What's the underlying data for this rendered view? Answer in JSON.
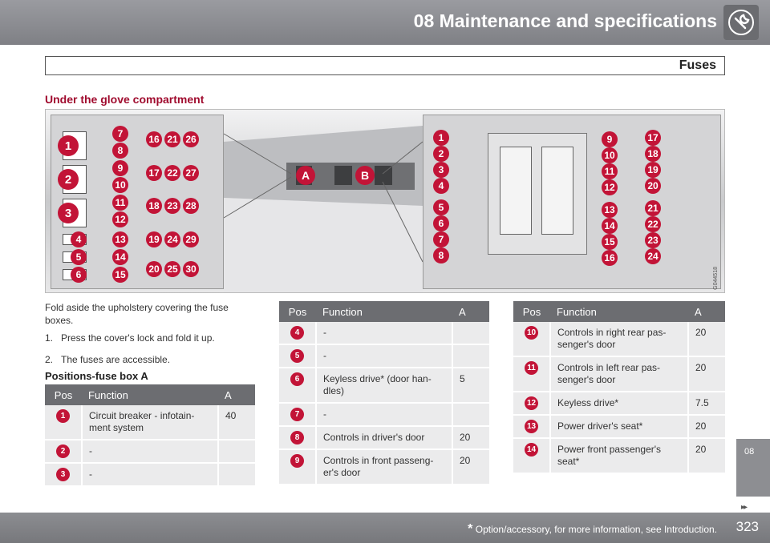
{
  "header": {
    "title": "08 Maintenance and specifications",
    "icon": "wrench-icon"
  },
  "section": {
    "title": "Fuses",
    "heading": "Under the glove compartment"
  },
  "figure": {
    "image_id": "G044518",
    "box_labels": [
      "A",
      "B"
    ],
    "fuse_box_a_numbers": [
      "1",
      "2",
      "3",
      "4",
      "5",
      "6",
      "7",
      "8",
      "9",
      "10",
      "11",
      "12",
      "13",
      "14",
      "15",
      "16",
      "17",
      "18",
      "19",
      "20",
      "21",
      "22",
      "23",
      "24",
      "25",
      "26",
      "27",
      "28",
      "29",
      "30"
    ],
    "fuse_box_b_numbers": [
      "1",
      "2",
      "3",
      "4",
      "5",
      "6",
      "7",
      "8",
      "9",
      "10",
      "11",
      "12",
      "13",
      "14",
      "15",
      "16",
      "17",
      "18",
      "19",
      "20",
      "21",
      "22",
      "23",
      "24"
    ]
  },
  "body": {
    "intro": "Fold aside the upholstery covering the fuse boxes.",
    "steps": [
      {
        "num": "1.",
        "text": "Press the cover's lock and fold it up."
      },
      {
        "num": "2.",
        "text": "The fuses are accessible."
      }
    ],
    "table_title": "Positions-fuse box A"
  },
  "table_headers": {
    "pos": "Pos",
    "function": "Function",
    "amp": "A"
  },
  "table1": [
    {
      "pos": "1",
      "function": "Circuit breaker - infotain-ment system",
      "amp": "40"
    },
    {
      "pos": "2",
      "function": "-",
      "amp": ""
    },
    {
      "pos": "3",
      "function": "-",
      "amp": ""
    }
  ],
  "table2": [
    {
      "pos": "4",
      "function": "-",
      "amp": ""
    },
    {
      "pos": "5",
      "function": "-",
      "amp": ""
    },
    {
      "pos": "6",
      "function": "Keyless drive* (door han-dles)",
      "amp": "5"
    },
    {
      "pos": "7",
      "function": "-",
      "amp": ""
    },
    {
      "pos": "8",
      "function": "Controls in driver's door",
      "amp": "20"
    },
    {
      "pos": "9",
      "function": "Controls in front passeng-er's door",
      "amp": "20"
    }
  ],
  "table3": [
    {
      "pos": "10",
      "function": "Controls in right rear pas-senger's door",
      "amp": "20"
    },
    {
      "pos": "11",
      "function": "Controls in left rear pas-senger's door",
      "amp": "20"
    },
    {
      "pos": "12",
      "function": "Keyless drive*",
      "amp": "7.5"
    },
    {
      "pos": "13",
      "function": "Power driver's seat*",
      "amp": "20"
    },
    {
      "pos": "14",
      "function": "Power front passenger's seat*",
      "amp": "20"
    }
  ],
  "side_tab": {
    "label": "08",
    "arrows": "▸▸"
  },
  "footer": {
    "star": "*",
    "note": "Option/accessory, for more information, see Introduction.",
    "page": "323"
  },
  "colors": {
    "accent": "#c21437",
    "header_bg": "#8c8d91",
    "heading": "#a00b2e"
  }
}
